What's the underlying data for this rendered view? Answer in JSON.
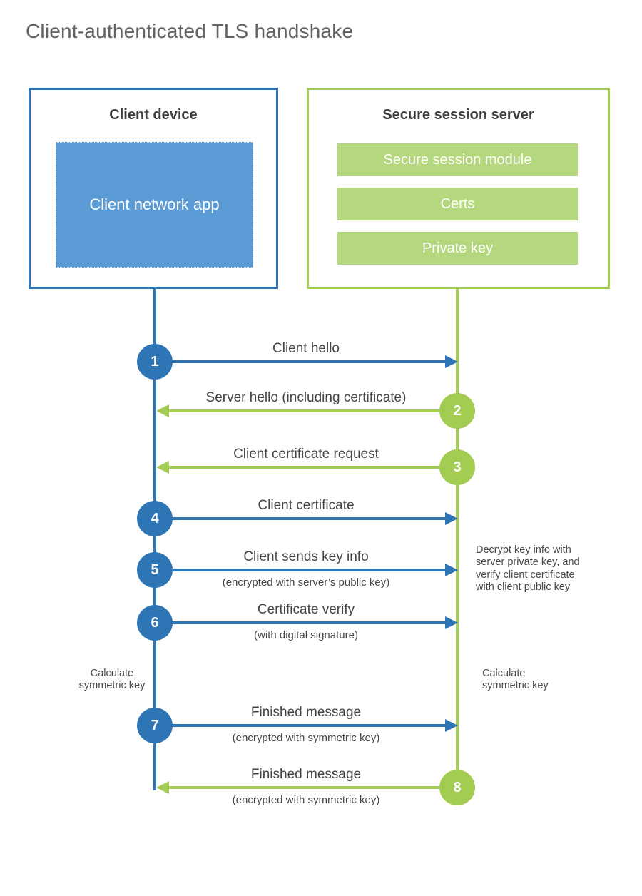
{
  "title": "Client-authenticated TLS handshake",
  "colors": {
    "client_blue": "#2e75b6",
    "client_app_fill": "#5b9bd5",
    "server_green": "#a3cd52",
    "server_module_fill": "#b5d87e",
    "text_dark": "#454545",
    "title_gray": "#636363"
  },
  "client": {
    "title": "Client device",
    "app_label": "Client network app"
  },
  "server": {
    "title": "Secure session server",
    "modules": [
      "Secure session module",
      "Certs",
      "Private key"
    ]
  },
  "steps": [
    {
      "num": "1",
      "direction": "client-to-server",
      "label": "Client hello",
      "sub": ""
    },
    {
      "num": "2",
      "direction": "server-to-client",
      "label": "Server hello (including certificate)",
      "sub": ""
    },
    {
      "num": "3",
      "direction": "server-to-client",
      "label": "Client certificate request",
      "sub": ""
    },
    {
      "num": "4",
      "direction": "client-to-server",
      "label": "Client certificate",
      "sub": ""
    },
    {
      "num": "5",
      "direction": "client-to-server",
      "label": "Client sends key info",
      "sub": "(encrypted with server’s public key)"
    },
    {
      "num": "6",
      "direction": "client-to-server",
      "label": "Certificate verify",
      "sub": "(with digital signature)"
    },
    {
      "num": "7",
      "direction": "client-to-server",
      "label": "Finished message",
      "sub": "(encrypted with symmetric key)"
    },
    {
      "num": "8",
      "direction": "server-to-client",
      "label": "Finished message",
      "sub": "(encrypted with symmetric key)"
    }
  ],
  "notes": {
    "decrypt": "Decrypt key info with server private key, and verify client certificate with client public key",
    "calc_left": "Calculate symmetric key",
    "calc_right": "Calculate symmetric key"
  }
}
